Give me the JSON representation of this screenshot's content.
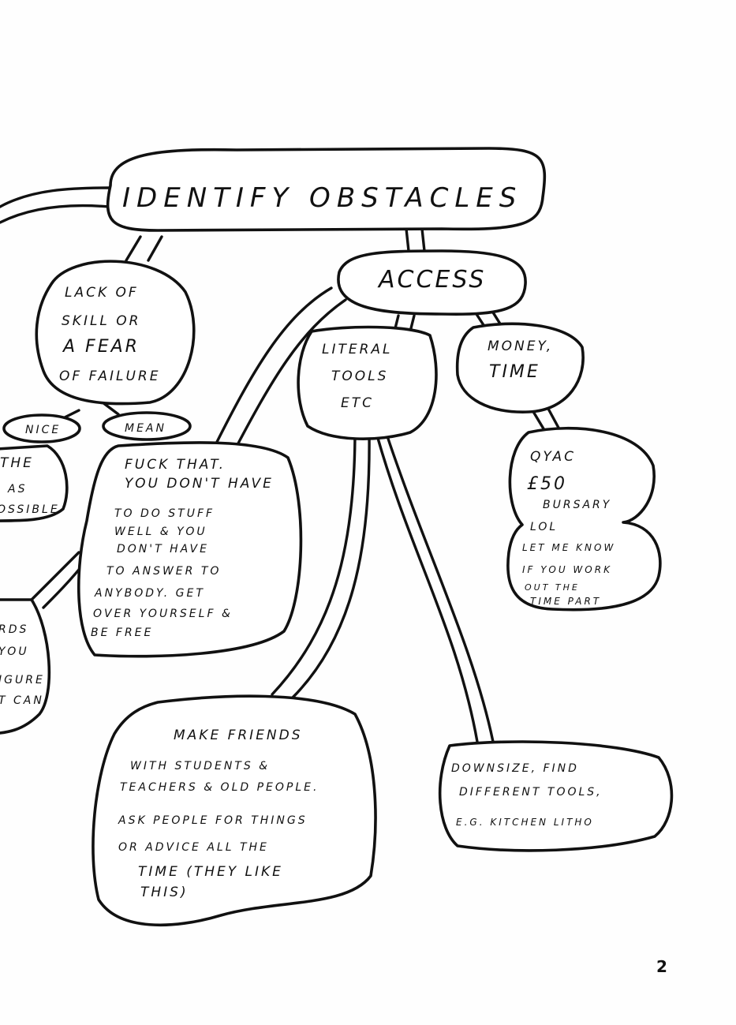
{
  "mindmap": {
    "root": "IDENTIFY OBSTACLES",
    "access": "ACCESS",
    "lack": [
      "LACK OF",
      "SKILL OR",
      "A FEAR",
      "OF FAILURE"
    ],
    "nice": "NICE",
    "mean": "MEAN",
    "nice_note": [
      "THE",
      "AS",
      "OSSIBLE"
    ],
    "nice_note_lower": [
      "RDS",
      "YOU",
      "IGURE",
      "T CAN"
    ],
    "mean_note": [
      "FUCK THAT.",
      "YOU DON'T HAVE",
      "TO DO STUFF",
      "WELL & YOU",
      "DON'T HAVE",
      "TO ANSWER TO",
      "ANYBODY. GET",
      "OVER YOURSELF &",
      "BE FREE"
    ],
    "literal": [
      "LITERAL",
      "TOOLS",
      "ETC"
    ],
    "money": [
      "MONEY,",
      "TIME"
    ],
    "money_note": [
      "QYAC",
      "£50",
      "BURSARY",
      "LOL",
      "LET ME KNOW",
      "IF YOU WORK",
      "OUT THE",
      "TIME PART"
    ],
    "friends_note": [
      "MAKE FRIENDS",
      "WITH STUDENTS &",
      "TEACHERS & OLD PEOPLE.",
      "ASK PEOPLE FOR THINGS",
      "OR ADVICE ALL THE",
      "TIME (THEY LIKE",
      "THIS)"
    ],
    "downsize_note": [
      "DOWNSIZE, FIND",
      "DIFFERENT TOOLS,",
      "E.G. KITCHEN LITHO"
    ]
  },
  "page_number": "2"
}
